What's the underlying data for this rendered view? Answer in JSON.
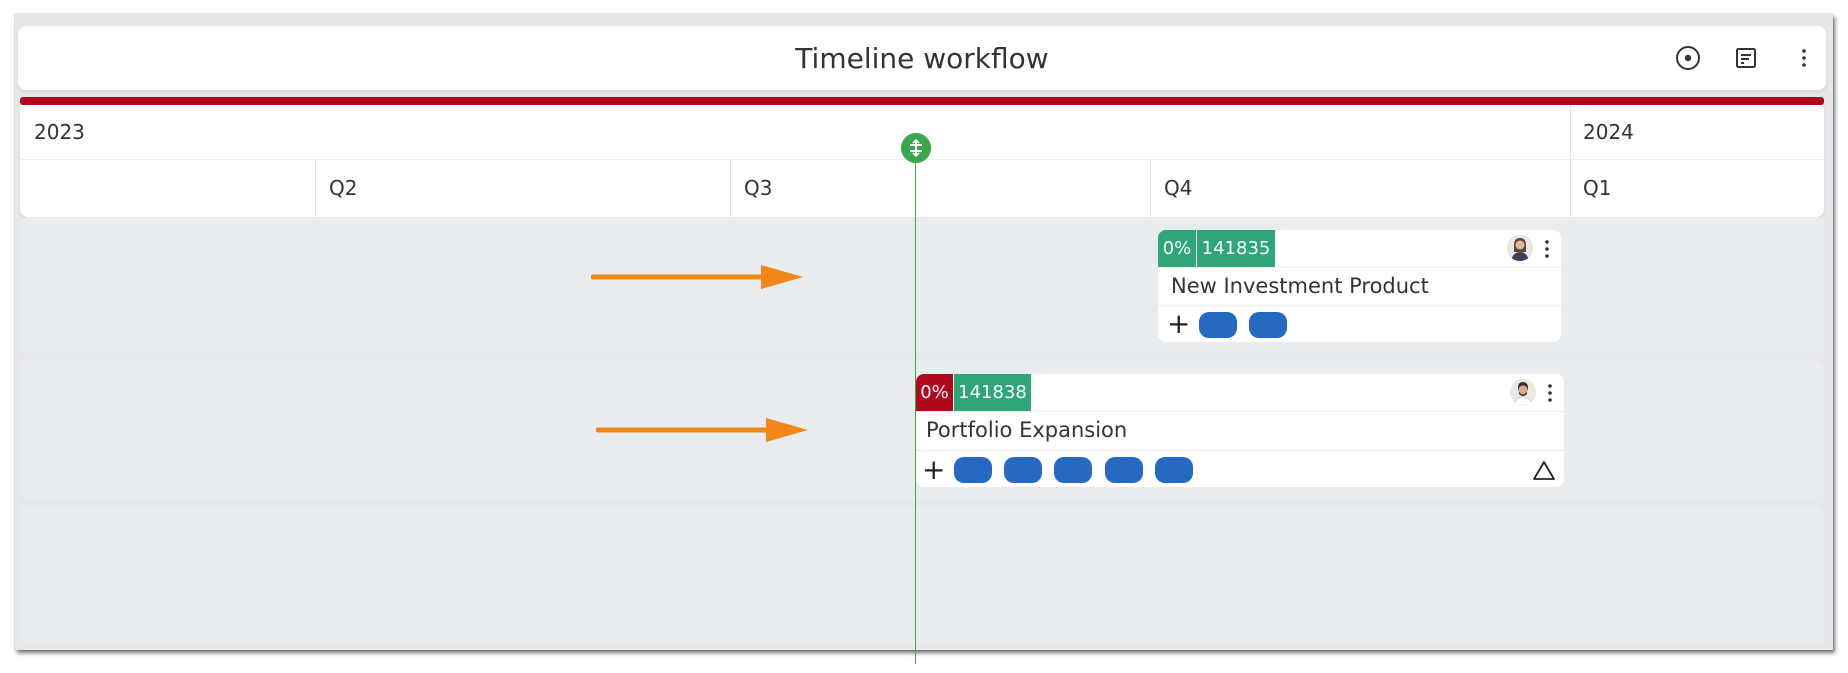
{
  "header": {
    "title": "Timeline workflow",
    "icons": [
      "target-icon",
      "report-icon",
      "more-vertical-icon"
    ]
  },
  "colors": {
    "accent_bar": "#b0071f",
    "today": "#3aa74b",
    "badge_green": "#2ea677",
    "badge_red": "#b0071f",
    "pill_blue": "#2569c3",
    "arrow": "#f28718"
  },
  "timeline": {
    "years": [
      "2023",
      "2024"
    ],
    "quarters": [
      "Q2",
      "Q3",
      "Q4",
      "Q1"
    ],
    "today_icon": "today-marker-icon"
  },
  "cards": [
    {
      "progress": "0%",
      "id": "141835",
      "name": "New Investment Product",
      "pills": 2,
      "progress_color": "green"
    },
    {
      "progress": "0%",
      "id": "141838",
      "name": "Portfolio Expansion",
      "pills": 5,
      "progress_color": "red",
      "warning_icon": "warning-triangle-icon"
    }
  ]
}
